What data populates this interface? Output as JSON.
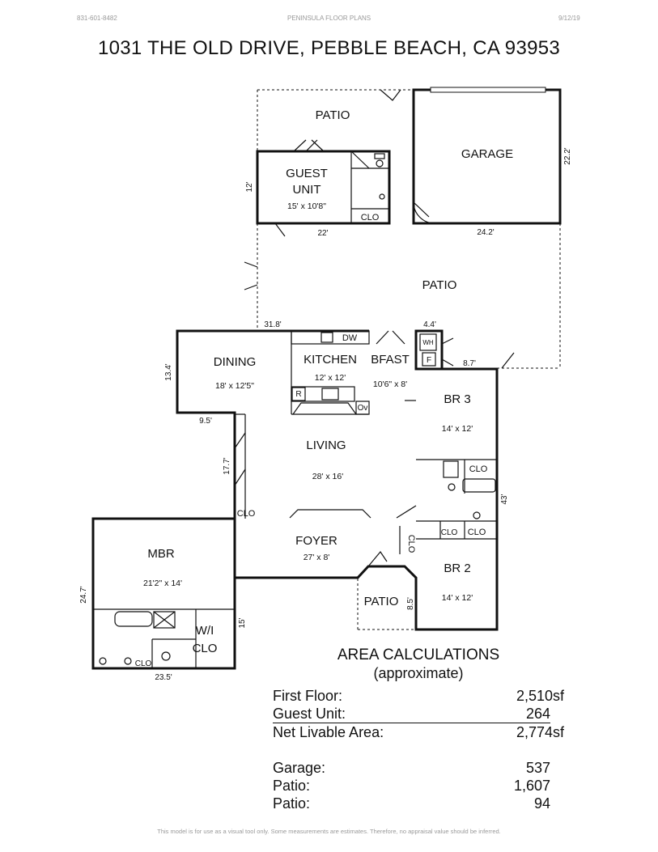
{
  "header": {
    "phone": "831-601-8482",
    "company": "PENINSULA FLOOR PLANS",
    "date": "9/12/19"
  },
  "title": "1031 THE OLD DRIVE, PEBBLE BEACH, CA  93953",
  "rooms": {
    "patio_top": "PATIO",
    "garage": "GARAGE",
    "guest_unit_line1": "GUEST",
    "guest_unit_line2": "UNIT",
    "guest_unit_size": "15' x 10'8\"",
    "patio_mid": "PATIO",
    "dining": "DINING",
    "dining_size": "18' x 12'5\"",
    "kitchen": "KITCHEN",
    "kitchen_size": "12' x 12'",
    "bfast": "BFAST",
    "bfast_size": "10'6\" x 8'",
    "br3": "BR 3",
    "br3_size": "14' x 12'",
    "living": "LIVING",
    "living_size": "28' x 16'",
    "foyer": "FOYER",
    "foyer_size": "27' x 8'",
    "mbr": "MBR",
    "mbr_size": "21'2\" x 14'",
    "wi": "W/I",
    "wi_clo": "CLO",
    "br2": "BR 2",
    "br2_size": "14' x 12'",
    "patio_small": "PATIO"
  },
  "labels": {
    "clo": "CLO",
    "dw": "DW",
    "wh": "WH",
    "f": "F",
    "r": "R",
    "ov": "Ov"
  },
  "measurements": {
    "guest_height": "12'",
    "guest_width": "22'",
    "garage_width": "24.2'",
    "garage_height": "22.2'",
    "house_top": "31.8'",
    "bfast_top": "4.4'",
    "br3_offset": "8.7'",
    "dining_height": "13.4'",
    "dining_offset": "9.5'",
    "living_side": "17.7'",
    "br_side": "43'",
    "mbr_side": "24.7'",
    "wi_side": "15'",
    "mbr_width": "23.5'",
    "patio_small_side": "8.5'"
  },
  "area": {
    "title": "AREA CALCULATIONS",
    "subtitle": "(approximate)",
    "rows": [
      {
        "label": "First  Floor:",
        "value": "2,510sf"
      },
      {
        "label": "Guest Unit:",
        "value": "264"
      },
      {
        "label": "Net Livable Area:",
        "value": "2,774sf"
      },
      {
        "label": "Garage:",
        "value": "537"
      },
      {
        "label": "Patio:",
        "value": "1,607"
      },
      {
        "label": "Patio:",
        "value": "94"
      }
    ]
  },
  "footer": "This model is for use as a visual tool only.  Some measurements are estimates.  Therefore, no appraisal value should be inferred."
}
